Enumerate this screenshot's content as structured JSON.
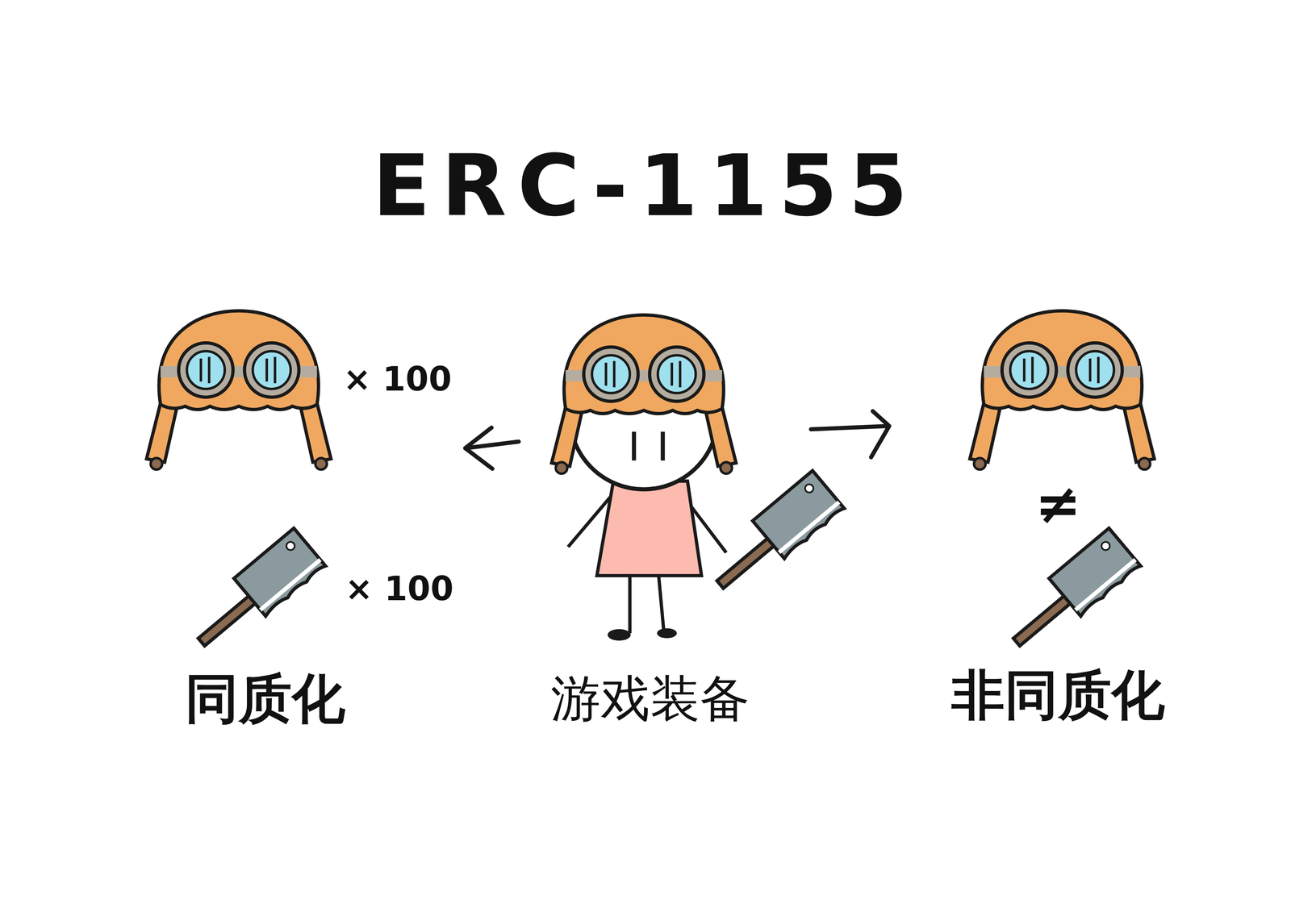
{
  "diagram": {
    "title": "ERC-1155",
    "labels": [
      "× 100",
      "× 100",
      "同质化",
      "游戏装备",
      "≠",
      "非同质化"
    ]
  }
}
